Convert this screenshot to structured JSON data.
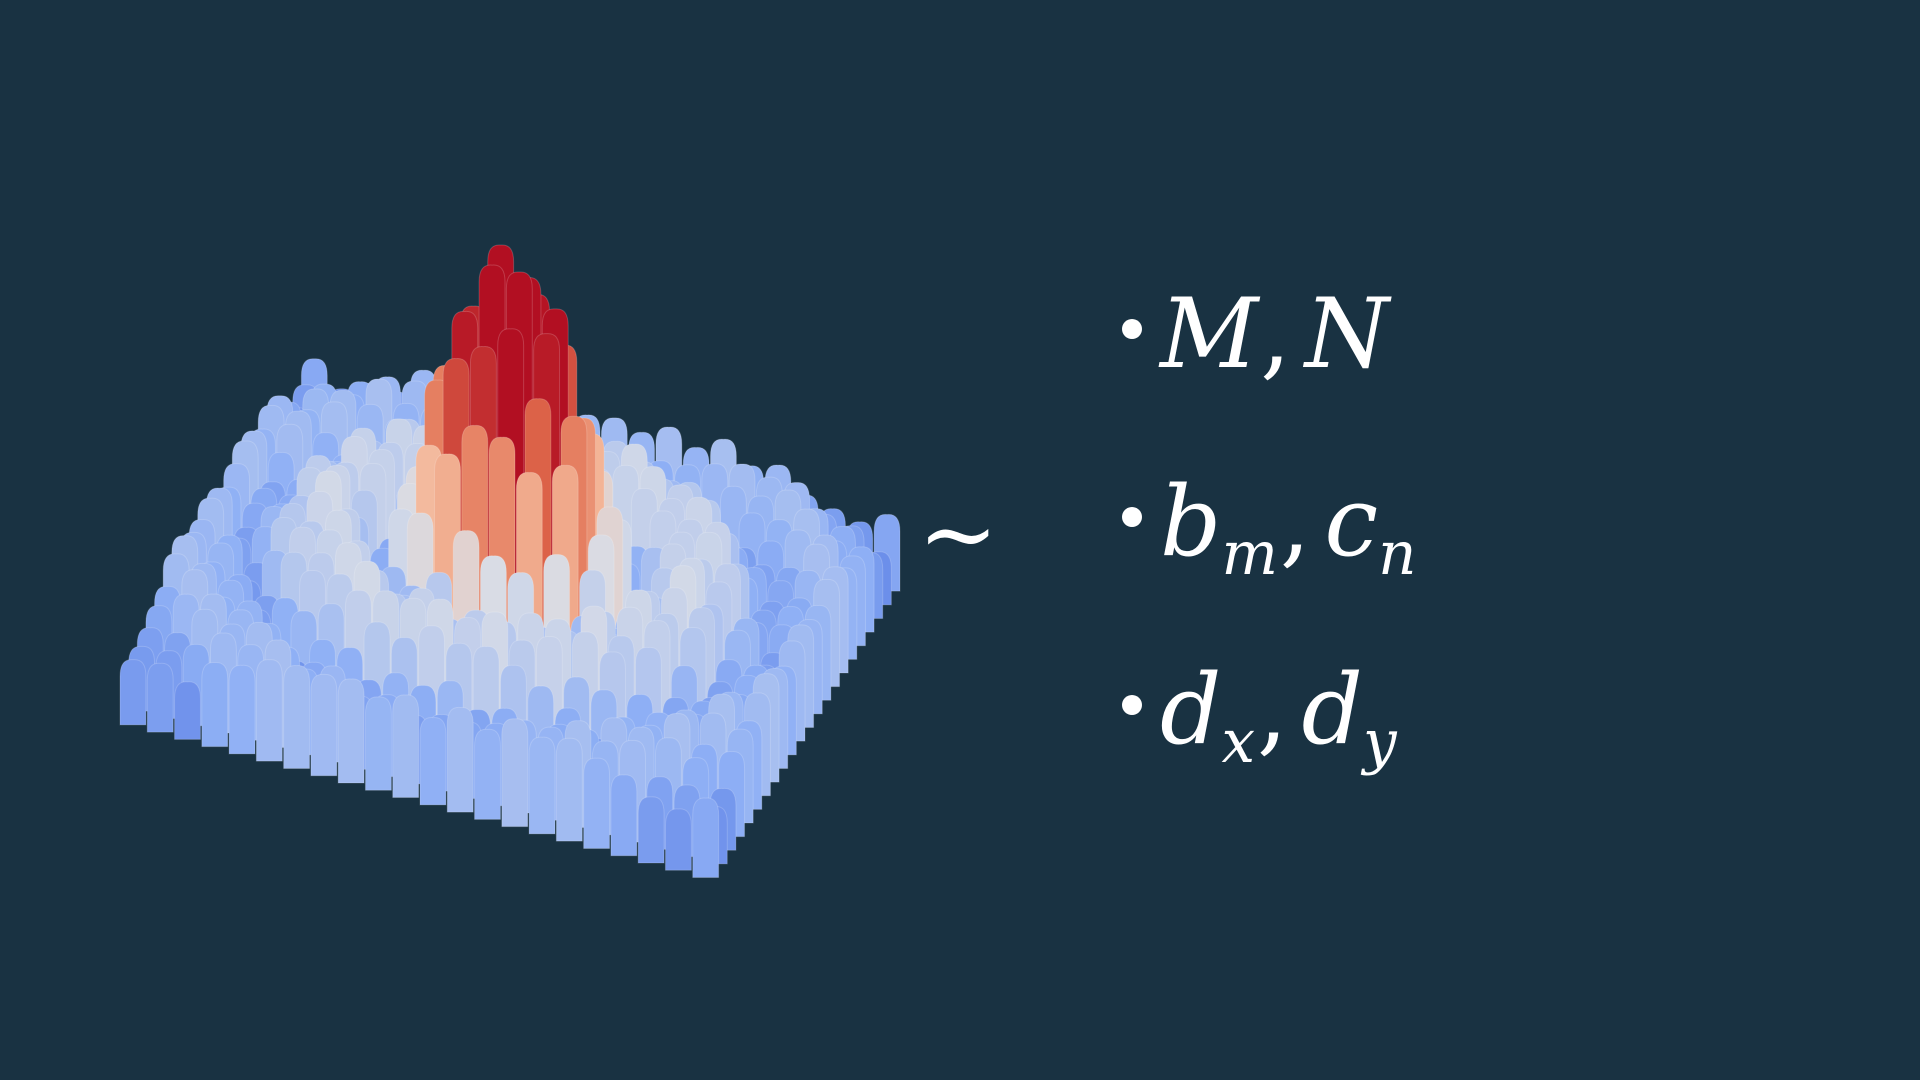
{
  "relation_symbol": "~",
  "bullets": [
    {
      "a": "M",
      "a_sub": "",
      "b": "N",
      "b_sub": ""
    },
    {
      "a": "b",
      "a_sub": "m",
      "b": "c",
      "b_sub": "n"
    },
    {
      "a": "d",
      "a_sub": "x",
      "b": "d",
      "b_sub": "y"
    }
  ],
  "separator": ",",
  "surface": {
    "type": "3d-surface",
    "colormap": [
      "#4a6fe0",
      "#8fb0f5",
      "#d9dde6",
      "#f4b89a",
      "#e06a4c",
      "#b20f22"
    ],
    "description_peak": "central peak"
  }
}
